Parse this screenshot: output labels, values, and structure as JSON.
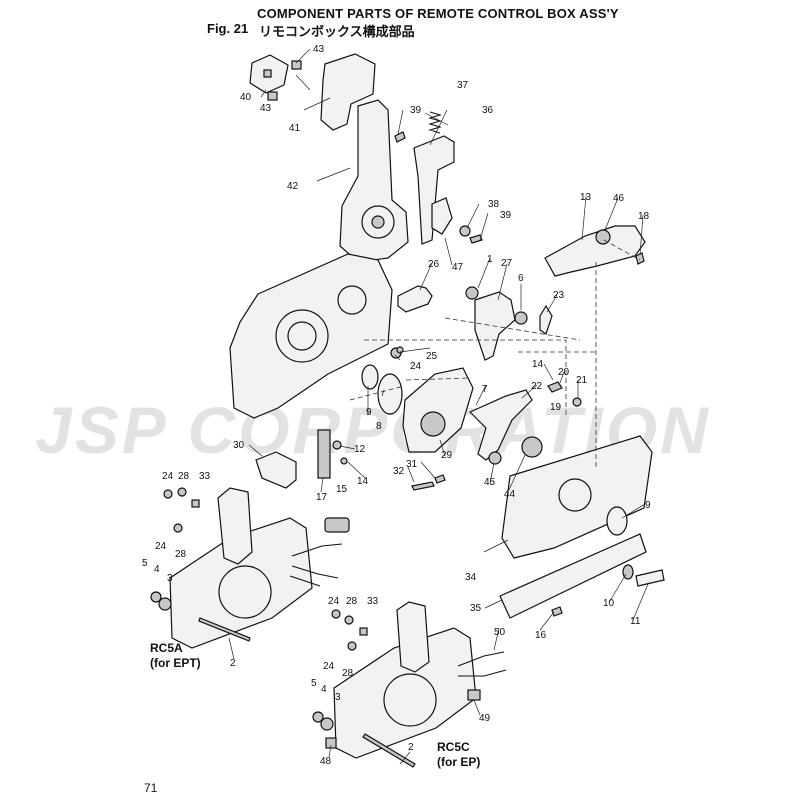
{
  "header": {
    "title": "COMPONENT PARTS OF REMOTE CONTROL BOX ASS'Y",
    "figure_number": "Fig. 21",
    "figure_title_jp": "リモコンボックス構成部品"
  },
  "watermark": "JSP CORPORATION",
  "page_number": "71",
  "assemblies": {
    "rc5a": {
      "name": "RC5A",
      "note": "(for EPT)"
    },
    "rc5c": {
      "name": "RC5C",
      "note": "(for EP)"
    }
  },
  "callouts": [
    "1",
    "2",
    "3",
    "4",
    "5",
    "6",
    "7",
    "8",
    "9",
    "10",
    "11",
    "12",
    "13",
    "14",
    "15",
    "16",
    "17",
    "18",
    "19",
    "20",
    "21",
    "22",
    "23",
    "24",
    "25",
    "26",
    "27",
    "28",
    "29",
    "30",
    "31",
    "32",
    "33",
    "34",
    "35",
    "36",
    "37",
    "38",
    "39",
    "40",
    "41",
    "42",
    "43",
    "44",
    "45",
    "46",
    "47",
    "48",
    "49",
    "50"
  ]
}
